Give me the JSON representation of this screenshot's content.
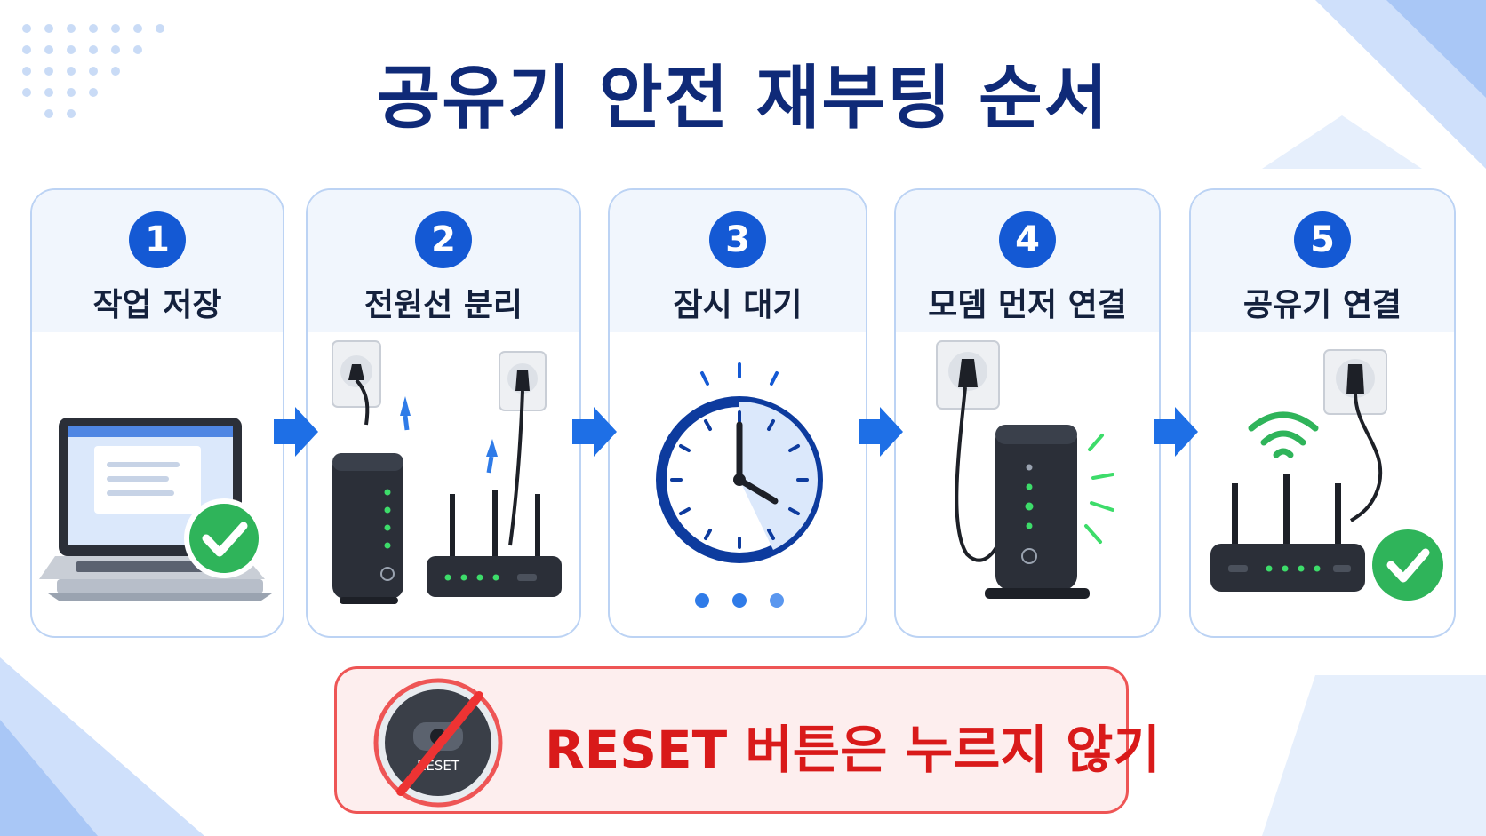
{
  "title": "공유기 안전 재부팅 순서",
  "steps": [
    {
      "number": "1",
      "label": "작업 저장"
    },
    {
      "number": "2",
      "label": "전원선 분리"
    },
    {
      "number": "3",
      "label": "잠시 대기"
    },
    {
      "number": "4",
      "label": "모뎀 먼저 연결"
    },
    {
      "number": "5",
      "label": "공유기 연결"
    }
  ],
  "warning": {
    "text": "RESET 버튼은 누르지 않기",
    "button_label": "RESET"
  },
  "colors": {
    "title": "#0f2a78",
    "accent": "#1459d4",
    "success": "#2fb45a",
    "warning": "#d91a1a",
    "led": "#3ddc6a"
  },
  "icons": [
    "laptop-icon",
    "check-icon",
    "power-plug-icon",
    "modem-icon",
    "router-icon",
    "clock-icon",
    "wifi-icon",
    "prohibited-icon",
    "arrow-right-icon"
  ]
}
